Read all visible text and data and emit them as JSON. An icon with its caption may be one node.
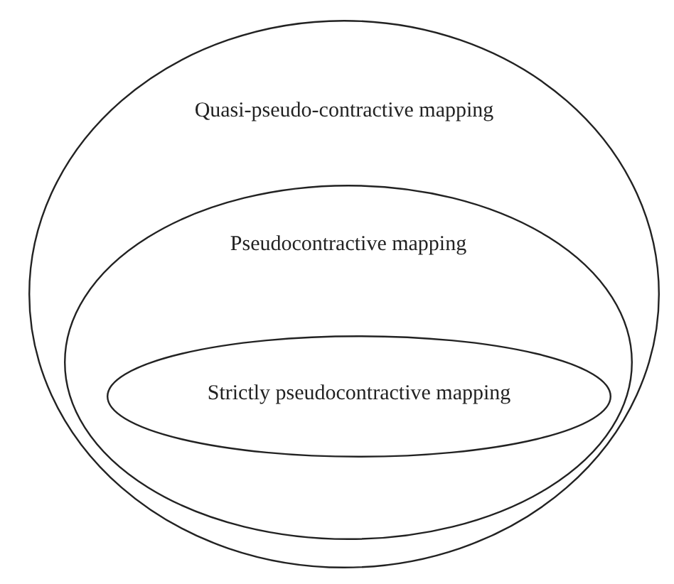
{
  "diagram": {
    "nodes": [
      {
        "text": [
          "Quasi-pseudo-contractive mapping"
        ]
      },
      {
        "text": [
          "Pseudocontractive mapping"
        ],
        "in": 0
      },
      {
        "text": [
          "Strictly pseudocontractive mapping"
        ],
        "in": 1
      }
    ]
  }
}
